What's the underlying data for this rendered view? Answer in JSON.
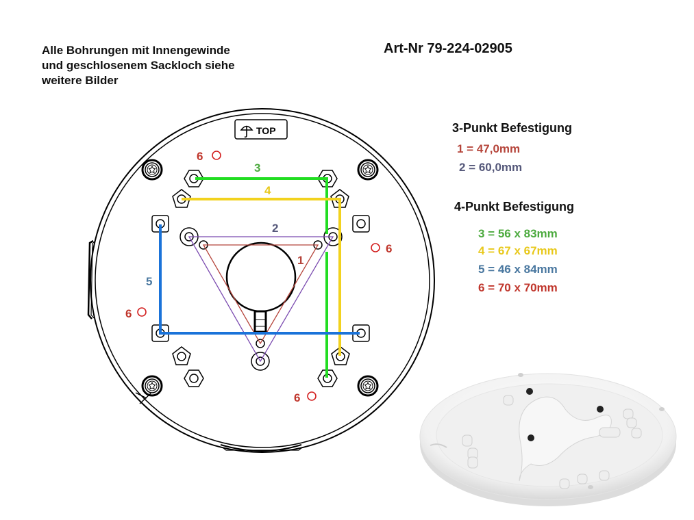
{
  "note": {
    "lines": [
      "Alle Bohrungen mit Innengewinde",
      "und geschlosenem Sackloch siehe",
      "weitere Bilder"
    ]
  },
  "article_number": "Art-Nr 79-224-02905",
  "diagram": {
    "top_label": "TOP",
    "top_icon": "umbrella-icon",
    "labels": {
      "one": "1",
      "two": "2",
      "three": "3",
      "four": "4",
      "five": "5",
      "six": "6"
    }
  },
  "three_point": {
    "title": "3-Punkt Befestigung",
    "items": [
      {
        "label": "1 =  47,0mm",
        "color": "#b5443a"
      },
      {
        "label": "2 =  60,0mm",
        "color": "#55587a"
      }
    ]
  },
  "four_point": {
    "title": "4-Punkt Befestigung",
    "items": [
      {
        "label": "3 = 56 x 83mm",
        "color": "#4caa3e"
      },
      {
        "label": "4 = 67 x 67mm",
        "color": "#e8cc1e"
      },
      {
        "label": "5 = 46 x 84mm",
        "color": "#4a78a0"
      },
      {
        "label": "6 = 70 x 70mm",
        "color": "#c0362c"
      }
    ]
  },
  "colors": {
    "green_line": "#22dd22",
    "yellow_line": "#f2d21e",
    "blue_line": "#1a73d9",
    "purple_line": "#7b4bb0",
    "red_line": "#b5443a",
    "marker_red": "#d32020"
  }
}
